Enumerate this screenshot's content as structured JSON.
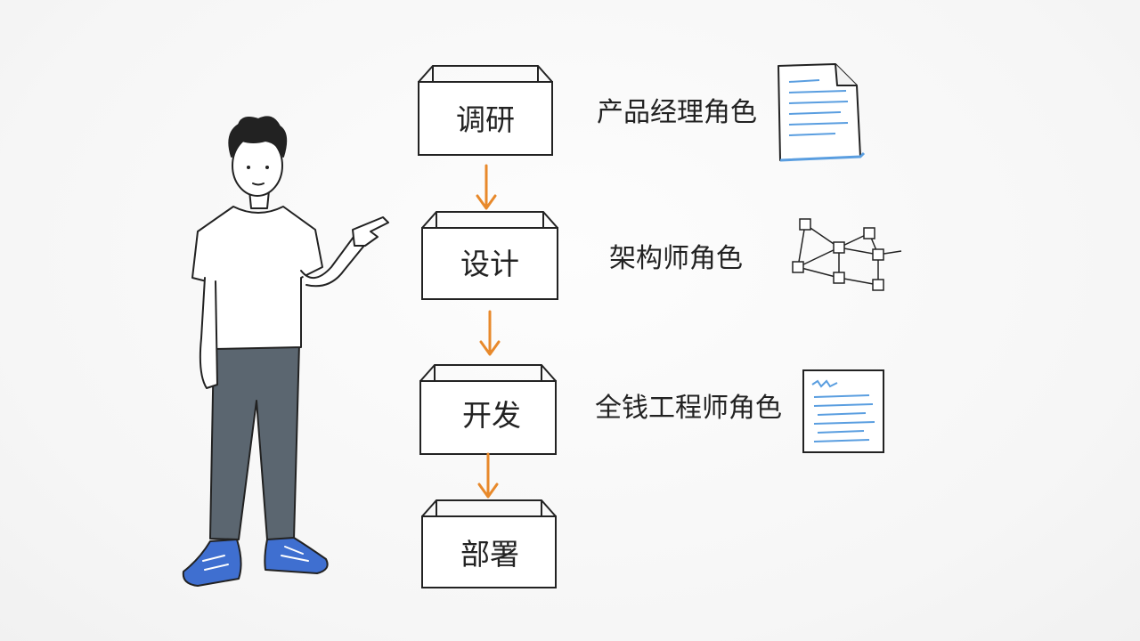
{
  "steps": [
    {
      "label": "调研"
    },
    {
      "label": "设计"
    },
    {
      "label": "开发"
    },
    {
      "label": "部署"
    }
  ],
  "roles": [
    {
      "label": "产品经理角色",
      "icon": "document-icon"
    },
    {
      "label": "架构师角色",
      "icon": "network-graph-icon"
    },
    {
      "label": "全钱工程师角色",
      "icon": "code-page-icon"
    }
  ],
  "colors": {
    "arrow": "#e8892b",
    "ink": "#222222",
    "pants": "#5b6670",
    "shoes": "#3f6fd0",
    "doc_accent": "#5a9ee0"
  }
}
